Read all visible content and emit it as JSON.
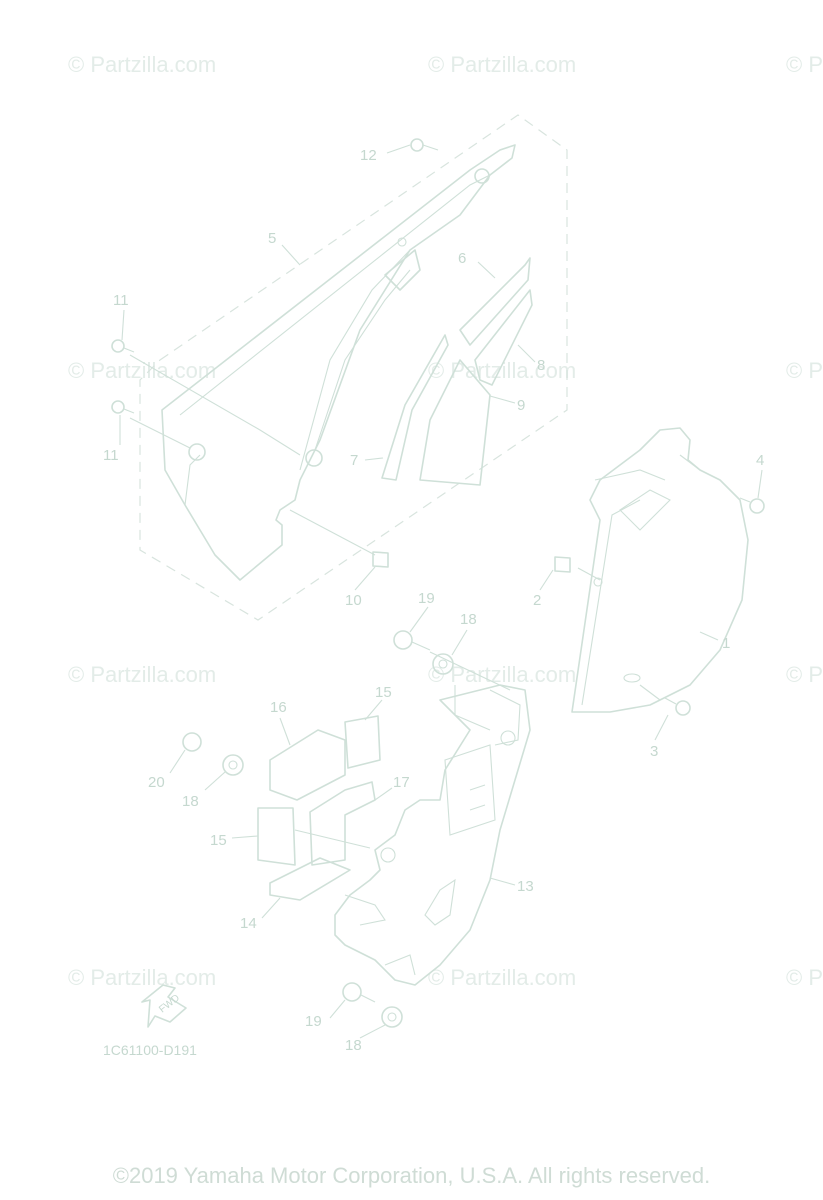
{
  "watermark": "© Partzilla.com",
  "diagram_code": "1C61100-D191",
  "fwd_label": "FWD",
  "copyright": "©2019 Yamaha Motor Corporation, U.S.A. All rights reserved.",
  "callouts": [
    "12",
    "5",
    "6",
    "11",
    "8",
    "9",
    "11",
    "7",
    "4",
    "2",
    "10",
    "19",
    "18",
    "1",
    "15",
    "16",
    "3",
    "20",
    "18",
    "17",
    "15",
    "13",
    "14",
    "19",
    "18"
  ]
}
